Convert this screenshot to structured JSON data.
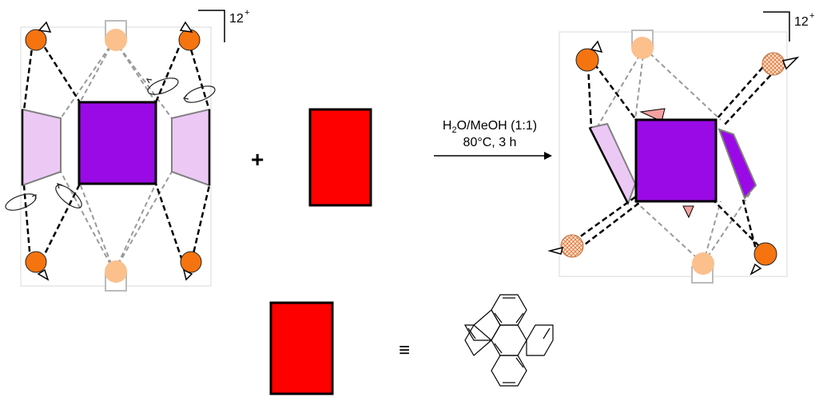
{
  "charge_label": "12",
  "charge_sign": "+",
  "plus_sign": "+",
  "equivalence_symbol": "≡",
  "conditions": {
    "solvent_prefix": "H",
    "solvent_subscript": "2",
    "solvent_suffix": "O/MeOH (1:1)",
    "temperature_time": "80°C, 3 h"
  },
  "colors": {
    "cage_square": "#9a0ae6",
    "panel_light": "#ecc9f5",
    "guest_red": "#ff0000",
    "metal_dark_orange": "#f5740f",
    "metal_light_orange": "#fbc08c",
    "bond_gray": "#9a9a9a",
    "bond_black": "#000000",
    "frame_border": "#d8d8d8"
  },
  "icons": {
    "metal_node": "orange-sphere-icon",
    "rotation": "rotation-arrow-icon",
    "guest": "red-rectangle-icon",
    "pyrene": "pyrene-structure-icon"
  }
}
